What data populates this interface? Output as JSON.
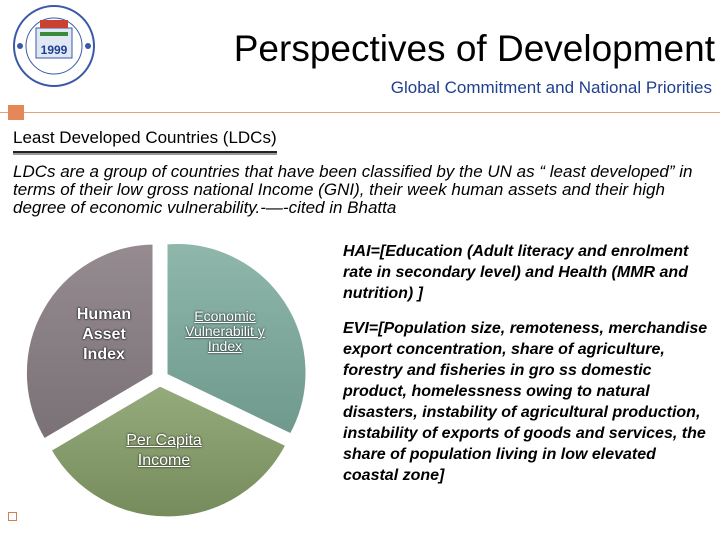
{
  "header": {
    "title": "Perspectives of Development",
    "subtitle": "Global Commitment and National Priorities"
  },
  "colors": {
    "accent": "#e6875a",
    "subtitle": "#1f3f8f",
    "human_asset_segment": "#867d82",
    "economic_vulnerability_segment": "#7ea89c",
    "per_capita_income_segment": "#879d6b"
  },
  "logo": {
    "year": "1999",
    "icon": "institution-emblem"
  },
  "section": {
    "title": "Least Developed Countries (LDCs)",
    "intro": "LDCs are a group of countries that have been classified by the UN as “ least developed” in terms of their low gross national Income (GNI), their week human assets and their high degree of economic vulnerability.-—-cited in Bhatta"
  },
  "diagram": {
    "segments": [
      {
        "label": "Human Asset Index"
      },
      {
        "label": "Economic Vulnerabilit y Index"
      },
      {
        "label": "Per Capita Income"
      }
    ]
  },
  "definitions": {
    "hai": "HAI=[Education (Adult literacy and enrolment rate in secondary level) and Health (MMR and nutrition) ]",
    "evi": "EVI=[Population size, remoteness, merchandise export concentration, share of agriculture, forestry and fisheries in gro ss domestic product, homelessness owing to natural disasters, instability of agricultural production, instability of exports of goods and services, the share of population living in low elevated coastal zone]"
  }
}
